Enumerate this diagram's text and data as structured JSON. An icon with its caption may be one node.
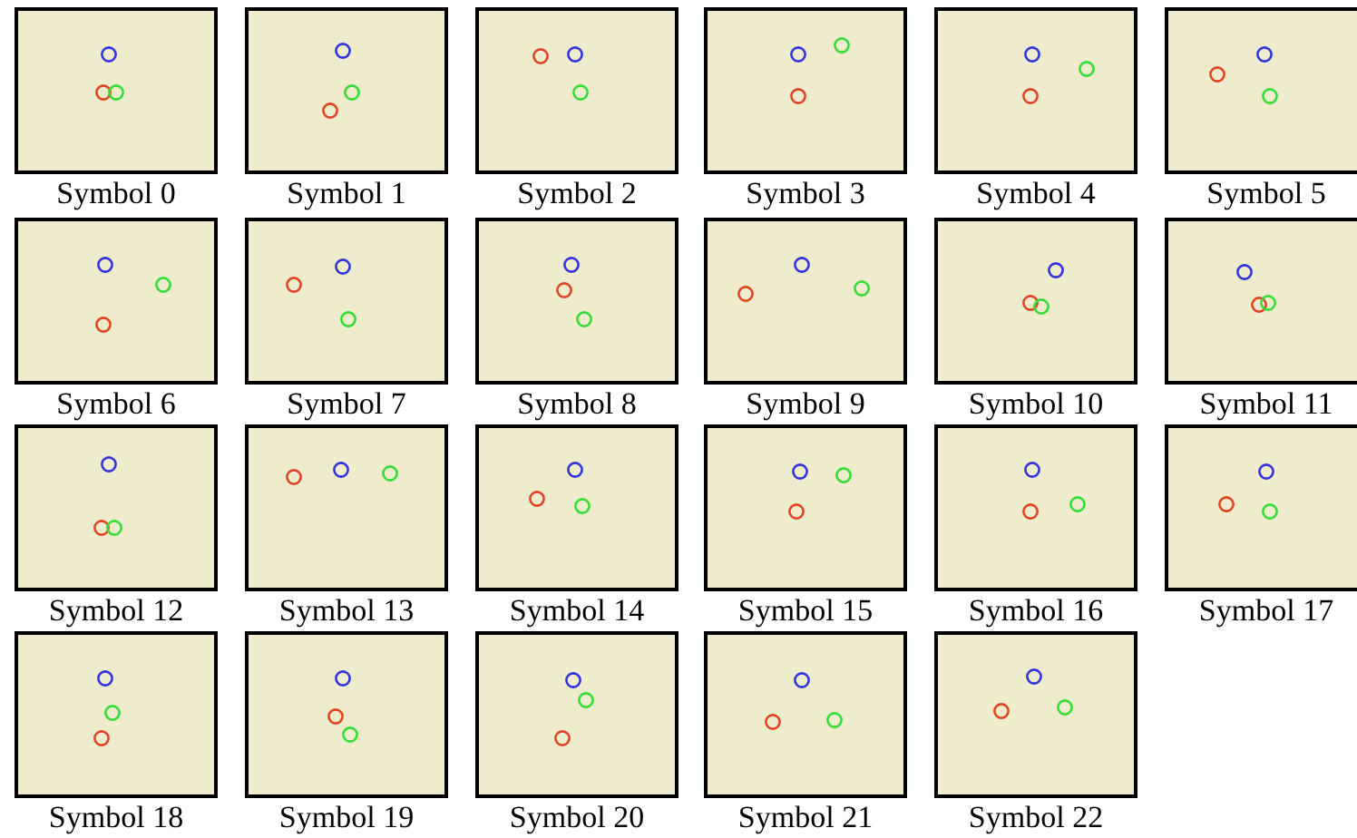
{
  "diagram": {
    "nodes": [
      {
        "text": [
          "Symbol 0"
        ]
      },
      {
        "text": [
          "Symbol 1"
        ]
      },
      {
        "text": [
          "Symbol 2"
        ]
      },
      {
        "text": [
          "Symbol 3"
        ]
      },
      {
        "text": [
          "Symbol 4"
        ]
      },
      {
        "text": [
          "Symbol 5"
        ]
      },
      {
        "text": [
          "Symbol 6"
        ]
      },
      {
        "text": [
          "Symbol 7"
        ]
      },
      {
        "text": [
          "Symbol 8"
        ]
      },
      {
        "text": [
          "Symbol 9"
        ]
      },
      {
        "text": [
          "Symbol 10"
        ]
      },
      {
        "text": [
          "Symbol 11"
        ]
      },
      {
        "text": [
          "Symbol 12"
        ]
      },
      {
        "text": [
          "Symbol 13"
        ]
      },
      {
        "text": [
          "Symbol 14"
        ]
      },
      {
        "text": [
          "Symbol 15"
        ]
      },
      {
        "text": [
          "Symbol 16"
        ]
      },
      {
        "text": [
          "Symbol 17"
        ]
      },
      {
        "text": [
          "Symbol 18"
        ]
      },
      {
        "text": [
          "Symbol 19"
        ]
      },
      {
        "text": [
          "Symbol 20"
        ]
      },
      {
        "text": [
          "Symbol 21"
        ]
      },
      {
        "text": [
          "Symbol 22"
        ]
      }
    ]
  }
}
